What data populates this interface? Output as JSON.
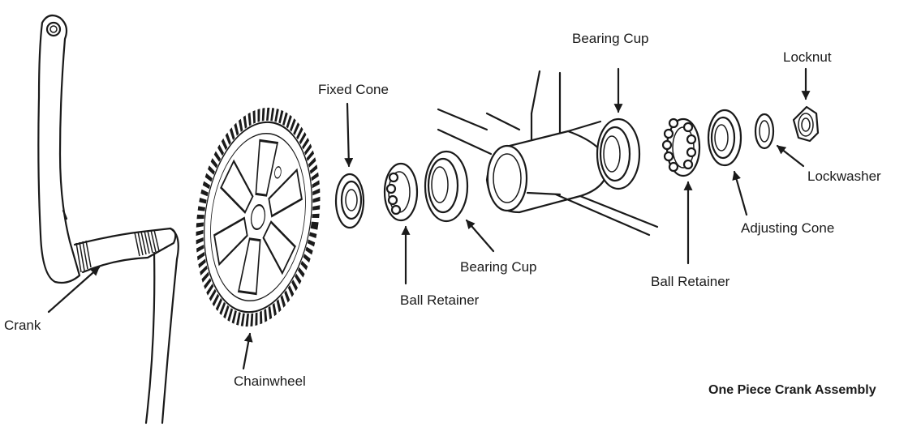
{
  "diagram": {
    "title": "One Piece Crank Assembly",
    "labels": {
      "crank": "Crank",
      "chainwheel": "Chainwheel",
      "fixed_cone": "Fixed Cone",
      "ball_retainer_left": "Ball Retainer",
      "bearing_cup_left": "Bearing Cup",
      "bearing_cup_right": "Bearing Cup",
      "ball_retainer_right": "Ball Retainer",
      "adjusting_cone": "Adjusting Cone",
      "locknut": "Locknut",
      "lockwasher": "Lockwasher"
    }
  }
}
